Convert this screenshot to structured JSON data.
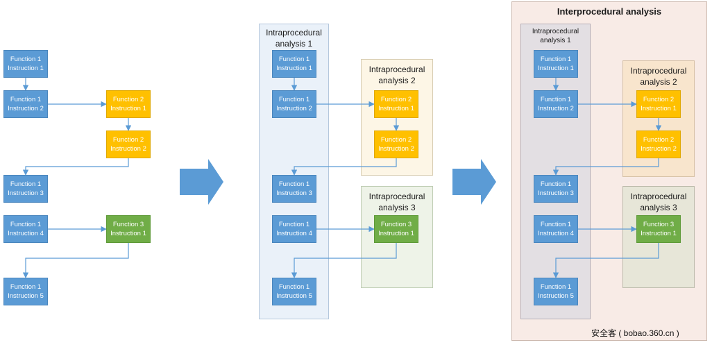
{
  "interprocedural_title": "Interprocedural analysis",
  "intraprocedural": {
    "a1": [
      "Intraprocedural",
      "analysis  1"
    ],
    "a2": [
      "Intraprocedural",
      "analysis  2"
    ],
    "a3": [
      "Intraprocedural",
      "analysis  3"
    ]
  },
  "nodes": {
    "f1i1": [
      "Function 1",
      "Instruction 1"
    ],
    "f1i2": [
      "Function 1",
      "Instruction 2"
    ],
    "f2i1": [
      "Function 2",
      "Instruction 1"
    ],
    "f2i2": [
      "Function 2",
      "Instruction 2"
    ],
    "f1i3": [
      "Function 1",
      "Instruction 3"
    ],
    "f1i4": [
      "Function 1",
      "Instruction 4"
    ],
    "f3i1": [
      "Function 3",
      "Instruction 1"
    ],
    "f1i5": [
      "Function 1",
      "Instruction 5"
    ]
  },
  "watermark": "安全客 ( bobao.360.cn )",
  "colors": {
    "function1": "#5b9bd5",
    "function2": "#ffc000",
    "function3": "#70ad47",
    "edge": "#5b9bd5",
    "big_arrow": "#5b9bd5"
  }
}
